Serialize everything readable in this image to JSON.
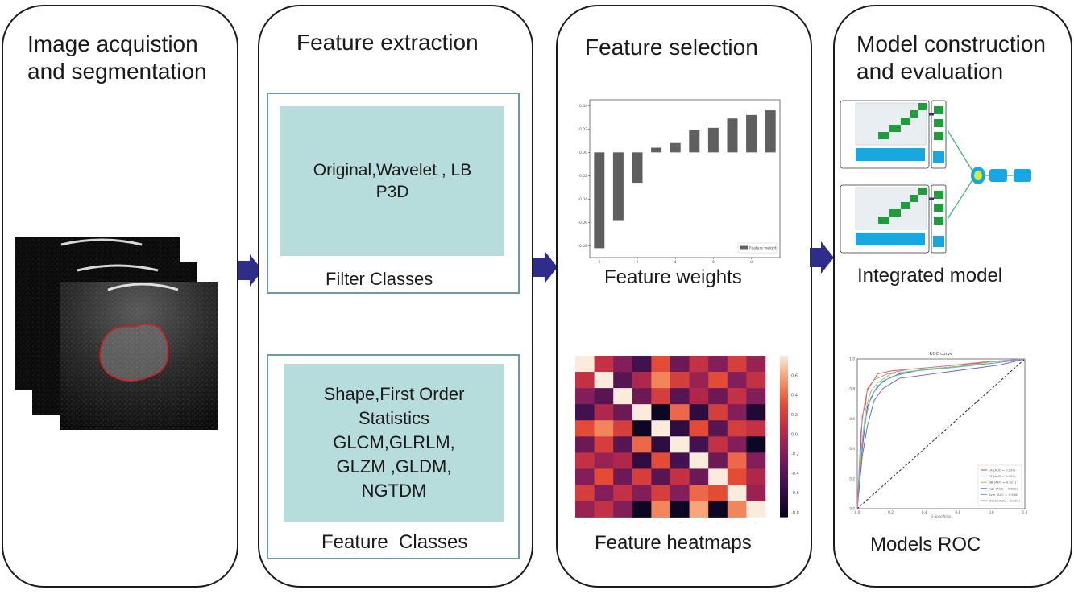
{
  "panels": [
    {
      "title": "Image acquistion\nand segmentation"
    },
    {
      "title": "Feature extraction",
      "filter_box_text": "Original,Wavelet , LB\nP3D",
      "filter_caption": "Filter Classes",
      "feature_box_text": "Shape,First Order\nStatistics\nGLCM,GLRLM,\nGLZM ,GLDM,\nNGTDM",
      "feature_caption": "Feature  Classes"
    },
    {
      "title": "Feature selection",
      "weights_caption": "Feature weights",
      "heatmap_caption": "Feature heatmaps"
    },
    {
      "title": "Model construction\nand evaluation",
      "integrated_caption": "Integrated model",
      "roc_caption": "Models ROC"
    }
  ],
  "colors": {
    "arrow": "#2e2e8a",
    "box_border": "#6f9aa3",
    "box_fill": "#b7dcdc",
    "bar": "#5f5f5f",
    "green": "#1e9e3a",
    "blue": "#19a7e0"
  },
  "chart_data": [
    {
      "type": "bar",
      "title": "",
      "categories": [
        "0",
        "1",
        "2",
        "3",
        "4",
        "5",
        "6",
        "7",
        "8",
        "9"
      ],
      "values": [
        -0.082,
        -0.058,
        -0.026,
        0.004,
        0.008,
        0.019,
        0.021,
        0.029,
        0.032,
        0.036
      ],
      "ylim": [
        -0.09,
        0.045
      ],
      "yticks": [
        "0.04",
        "0.02",
        "0.00",
        "-0.02",
        "-0.04",
        "-0.06",
        "-0.08"
      ],
      "xticks": [
        "0",
        "2",
        "4",
        "6",
        "8"
      ],
      "legend": "Feature weight",
      "legend_position": "lower-right"
    },
    {
      "type": "heatmap",
      "rows": 10,
      "cols": 10,
      "values": [
        [
          0.8,
          0.1,
          -0.2,
          -0.5,
          0.3,
          -0.3,
          0.1,
          -0.2,
          0.2,
          -0.1
        ],
        [
          0.1,
          0.8,
          -0.4,
          0.0,
          0.5,
          0.2,
          -0.1,
          0.3,
          -0.2,
          0.1
        ],
        [
          -0.2,
          -0.4,
          0.8,
          -0.3,
          0.2,
          -0.4,
          0.0,
          -0.3,
          0.1,
          -0.2
        ],
        [
          -0.5,
          0.0,
          -0.3,
          0.8,
          -0.8,
          0.4,
          -0.6,
          0.2,
          -0.2,
          -0.7
        ],
        [
          0.3,
          0.5,
          0.2,
          -0.8,
          0.8,
          -0.6,
          0.3,
          -0.4,
          0.2,
          0.1
        ],
        [
          -0.3,
          0.2,
          -0.4,
          0.4,
          -0.6,
          0.8,
          -0.5,
          0.1,
          -0.2,
          -0.8
        ],
        [
          0.1,
          -0.1,
          0.0,
          -0.6,
          0.3,
          -0.5,
          0.8,
          -0.3,
          0.4,
          -0.2
        ],
        [
          -0.2,
          0.3,
          -0.3,
          0.2,
          -0.4,
          0.1,
          -0.3,
          0.8,
          0.3,
          0.0
        ],
        [
          0.2,
          -0.2,
          0.1,
          -0.2,
          0.2,
          -0.2,
          0.4,
          0.3,
          0.8,
          -0.1
        ],
        [
          -0.1,
          0.1,
          -0.2,
          -0.8,
          0.5,
          -0.8,
          0.6,
          -0.8,
          0.5,
          0.8
        ]
      ],
      "colorbar_ticks": [
        "0.6",
        "0.4",
        "0.2",
        "0.0",
        "-0.2",
        "-0.4",
        "-0.6",
        "-0.8"
      ],
      "range": [
        -0.85,
        0.8
      ]
    },
    {
      "type": "line",
      "title": "ROC curve",
      "xlim": [
        0,
        1
      ],
      "ylim": [
        0,
        1
      ],
      "ticks": [
        "0.0",
        "0.2",
        "0.4",
        "0.6",
        "0.8",
        "1.0"
      ],
      "xlabel": "1-Specificity",
      "series": [
        {
          "name": "LR (AUC = 0.924)",
          "color": "#e0473c",
          "x": [
            0,
            0.02,
            0.03,
            0.05,
            0.06,
            0.1,
            0.12,
            0.2,
            0.4,
            0.6,
            0.8,
            1
          ],
          "y": [
            0,
            0.4,
            0.62,
            0.7,
            0.8,
            0.86,
            0.9,
            0.92,
            0.94,
            0.96,
            0.98,
            1
          ]
        },
        {
          "name": "RF (AUC = 0.903)",
          "color": "#3553d9",
          "x": [
            0,
            0.02,
            0.04,
            0.06,
            0.1,
            0.15,
            0.25,
            0.4,
            0.6,
            0.8,
            1
          ],
          "y": [
            0,
            0.3,
            0.5,
            0.68,
            0.78,
            0.85,
            0.9,
            0.93,
            0.95,
            0.97,
            1
          ]
        },
        {
          "name": "NB (AUC = 0.921)",
          "color": "#9acd32",
          "x": [
            0,
            0.03,
            0.05,
            0.08,
            0.12,
            0.2,
            0.4,
            0.6,
            0.8,
            1
          ],
          "y": [
            0,
            0.45,
            0.66,
            0.78,
            0.84,
            0.9,
            0.93,
            0.95,
            0.98,
            1
          ]
        },
        {
          "name": "Xgb (AUC = 0.898)",
          "color": "#6a5acd",
          "x": [
            0,
            0.03,
            0.06,
            0.1,
            0.15,
            0.25,
            0.45,
            0.65,
            0.85,
            1
          ],
          "y": [
            0,
            0.35,
            0.55,
            0.72,
            0.8,
            0.87,
            0.9,
            0.93,
            0.96,
            1
          ]
        },
        {
          "name": "Svm (AUC = 0.908)",
          "color": "#5fb3d8",
          "x": [
            0,
            0.02,
            0.05,
            0.08,
            0.12,
            0.2,
            0.35,
            0.55,
            0.8,
            1
          ],
          "y": [
            0,
            0.38,
            0.6,
            0.74,
            0.82,
            0.88,
            0.92,
            0.94,
            0.97,
            1
          ]
        },
        {
          "name": "stack (AUC = 0.931)",
          "color": "#c77dbb",
          "x": [
            0,
            0.02,
            0.04,
            0.06,
            0.1,
            0.18,
            0.3,
            0.5,
            0.75,
            1
          ],
          "y": [
            0,
            0.5,
            0.68,
            0.79,
            0.86,
            0.9,
            0.93,
            0.95,
            0.98,
            1
          ]
        }
      ],
      "legend_position": "lower-right"
    }
  ]
}
